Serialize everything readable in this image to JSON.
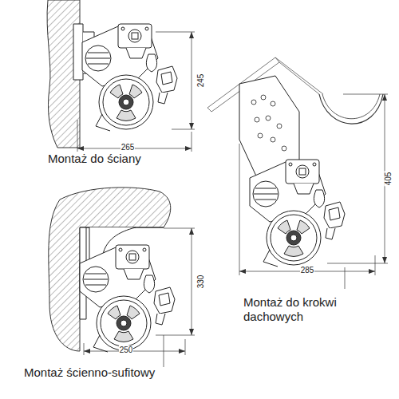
{
  "diagram": {
    "labels": [
      "245",
      "265",
      "Montaż do ściany",
      "405",
      "330",
      "285",
      "250",
      "Montaż do krokwi dachowych",
      "Montaż ścienno-sufitowy"
    ]
  }
}
